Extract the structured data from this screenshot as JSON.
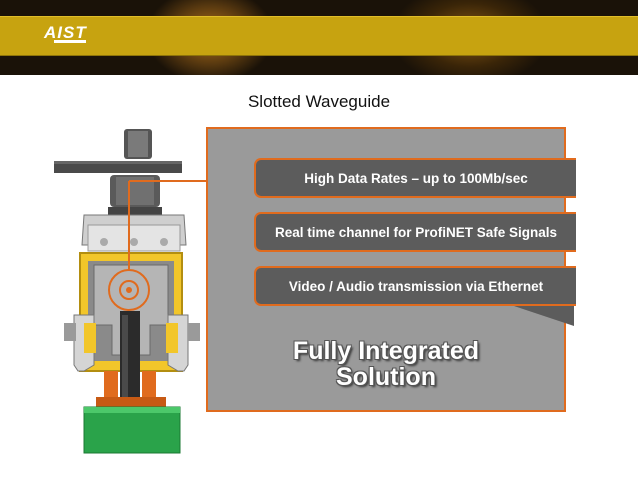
{
  "header": {
    "logo_text": "AIST",
    "colors": {
      "stripe": "#c7a310",
      "dark": "#1a1208"
    }
  },
  "slide": {
    "title": "Slotted Waveguide"
  },
  "features": [
    {
      "label": "High Data Rates – up to 100Mb/sec"
    },
    {
      "label": "Real time channel for ProfiNET Safe Signals"
    },
    {
      "label": "Video / Audio transmission via Ethernet"
    }
  ],
  "headline": {
    "line1": "Fully Integrated",
    "line2": "Solution"
  },
  "colors": {
    "accent": "#e06b1e",
    "panel": "#9a9a9a",
    "banner_fill": "#5c5c5c",
    "green_block": "#2aa34a",
    "yellow_frame": "#f2c62a"
  }
}
